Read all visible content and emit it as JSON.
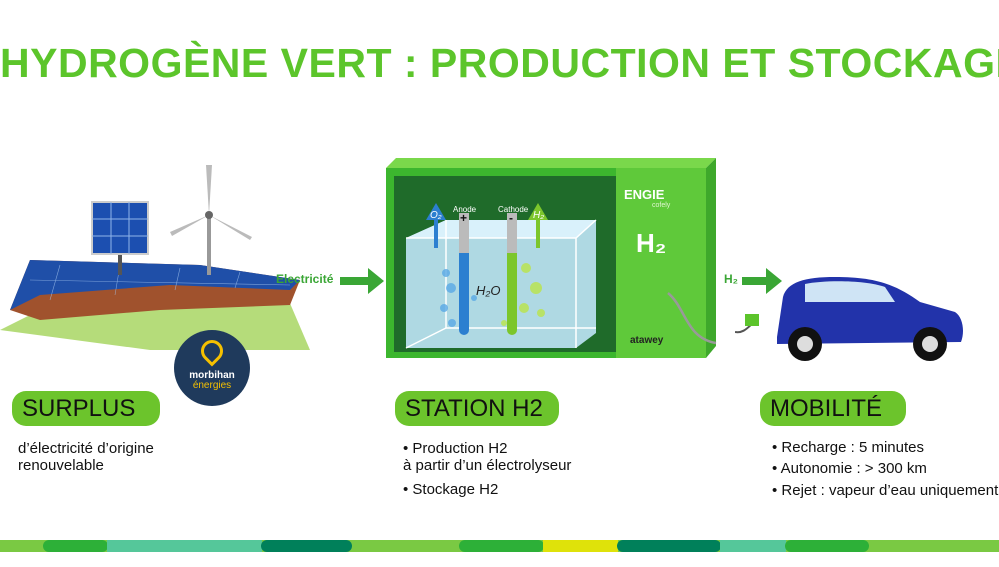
{
  "title": "HYDROGÈNE VERT : PRODUCTION ET STOCKAGE",
  "flow": {
    "electricity_label": "Electricité",
    "h2_label": "H₂"
  },
  "station_graphic": {
    "anode": "Anode",
    "cathode": "Cathode",
    "plus": "+",
    "minus": "-",
    "o2": "O₂",
    "h2": "H₂",
    "water": "H₂O",
    "tank_label": "H₂",
    "brand": "ENGIE",
    "brand_sub": "cofely",
    "maker": "atawey"
  },
  "logo": {
    "line1": "morbihan",
    "line2": "énergies"
  },
  "sections": [
    {
      "heading": "SURPLUS",
      "lines": [
        "d’électricité d’origine",
        "renouvelable"
      ]
    },
    {
      "heading": "STATION H2",
      "lines": [
        "• Production H2",
        "à partir d’un électrolyseur",
        "• Stockage H2"
      ]
    },
    {
      "heading": "MOBILITÉ",
      "lines": [
        "• Recharge : 5 minutes",
        "• Autonomie : > 300 km",
        "• Rejet : vapeur d’eau uniquement"
      ]
    }
  ],
  "colors": {
    "title": "#5cc52b",
    "pill": "#6cc42c",
    "box": "#3cb62e",
    "box_dark": "#1f6b2a",
    "car": "#2233aa",
    "logo": "#1f3a5c"
  }
}
